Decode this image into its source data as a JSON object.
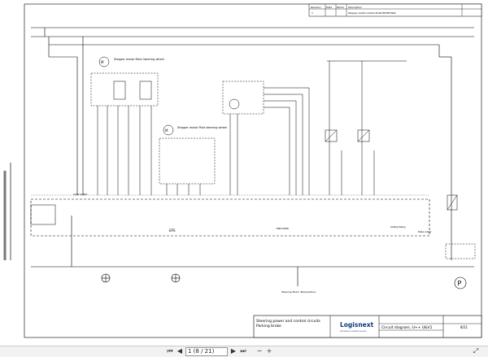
{
  "title_block": {
    "title_line1": "Steering power and control circuits",
    "title_line2": "Parking brake",
    "drawing_title": "Circuit diagram, U++ U&V1",
    "sheet_number": "8/21",
    "brand": "Logisnext",
    "brand_sub": "MITSUBISHI LOGISNEXT EUROPE"
  },
  "revision_block": {
    "headers": [
      "Revision",
      "Date",
      "Name",
      "Description"
    ],
    "row": [
      "1",
      "",
      "",
      "Stepper switch added PLAN BSTEP-N/N"
    ]
  },
  "diagram": {
    "eps_label": "EPS",
    "encoder_label": "ENCODER",
    "stepper1_label": "Stepper motor\nMain steering wheel",
    "stepper2_label": "Stepper motor\nPilot steering wheel",
    "motor_temp_label": "Steering Motor\nTemperature",
    "safety_relay_label": "Safety Relay",
    "brake_label": "Brake output",
    "logic_supply_label": "LOGIC SUPPLY",
    "mode_label": "P"
  },
  "viewer": {
    "page_indicator": "1 (8 / 21)",
    "zoom_icon": "zoom-icon"
  }
}
